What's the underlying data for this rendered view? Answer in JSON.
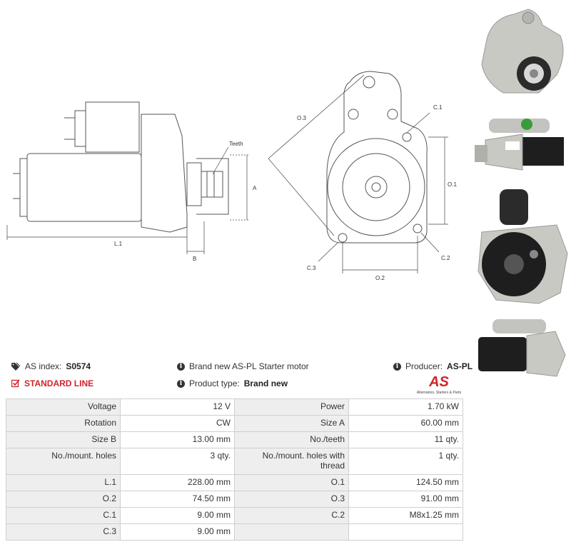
{
  "header": {
    "as_index_label": "AS index:",
    "as_index_value": "S0574",
    "standard_line": "STANDARD LINE",
    "description": "Brand new AS-PL Starter motor",
    "product_type_label": "Product type:",
    "product_type_value": "Brand new",
    "producer_label": "Producer:",
    "producer_value": "AS-PL"
  },
  "logo": {
    "mark": "AS",
    "tagline": "Alternators, Starters & Parts",
    "color": "#d2232a"
  },
  "drawing_labels": {
    "teeth": "Teeth",
    "a": "A",
    "b": "B",
    "l1": "L.1",
    "o3": "O.3",
    "c1": "C.1",
    "o1": "O.1",
    "c2": "C.2",
    "c3": "C.3",
    "o2": "O.2"
  },
  "specs": {
    "rows": [
      {
        "k1": "Voltage",
        "v1": "12 V",
        "k2": "Power",
        "v2": "1.70 kW"
      },
      {
        "k1": "Rotation",
        "v1": "CW",
        "k2": "Size A",
        "v2": "60.00 mm"
      },
      {
        "k1": "Size B",
        "v1": "13.00 mm",
        "k2": "No./teeth",
        "v2": "11 qty."
      },
      {
        "k1": "No./mount. holes",
        "v1": "3 qty.",
        "k2": "No./mount. holes with thread",
        "v2": "1 qty."
      },
      {
        "k1": "L.1",
        "v1": "228.00 mm",
        "k2": "O.1",
        "v2": "124.50 mm"
      },
      {
        "k1": "O.2",
        "v1": "74.50 mm",
        "k2": "O.3",
        "v2": "91.00 mm"
      },
      {
        "k1": "C.1",
        "v1": "9.00 mm",
        "k2": "C.2",
        "v2": "M8x1.25 mm"
      },
      {
        "k1": "C.3",
        "v1": "9.00 mm",
        "k2": "",
        "v2": ""
      }
    ]
  }
}
